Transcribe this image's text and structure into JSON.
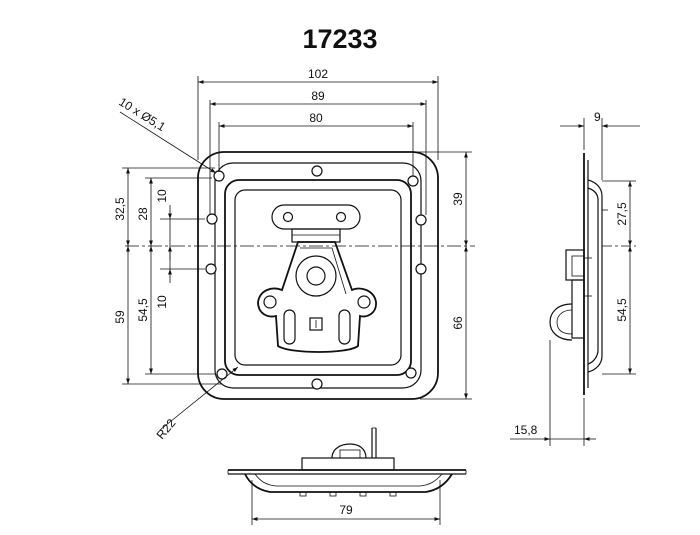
{
  "title": "17233",
  "front_view": {
    "dim_width_outer": "102",
    "dim_width_mid": "89",
    "dim_width_inner": "80",
    "dim_holes": "10 x Ø5,1",
    "dim_left_32_5": "32,5",
    "dim_left_28": "28",
    "dim_left_10_top": "10",
    "dim_left_10_bottom": "10",
    "dim_left_59": "59",
    "dim_left_54_5": "54,5",
    "dim_right_39": "39",
    "dim_right_66": "66",
    "dim_radius": "R22"
  },
  "side_view": {
    "dim_top_9": "9",
    "dim_27_5": "27,5",
    "dim_54_5": "54,5",
    "dim_15_8": "15,8"
  },
  "bottom_view": {
    "dim_79": "79"
  }
}
